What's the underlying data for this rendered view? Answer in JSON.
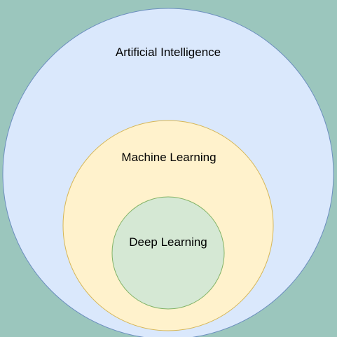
{
  "diagram": {
    "outer": {
      "label": "Artificial Intelligence",
      "fill": "#dae8fc",
      "stroke": "#6c8ebf"
    },
    "middle": {
      "label": "Machine Learning",
      "fill": "#fff2cc",
      "stroke": "#d6b656"
    },
    "inner": {
      "label": "Deep Learning",
      "fill": "#d5e8d4",
      "stroke": "#82b366"
    }
  }
}
